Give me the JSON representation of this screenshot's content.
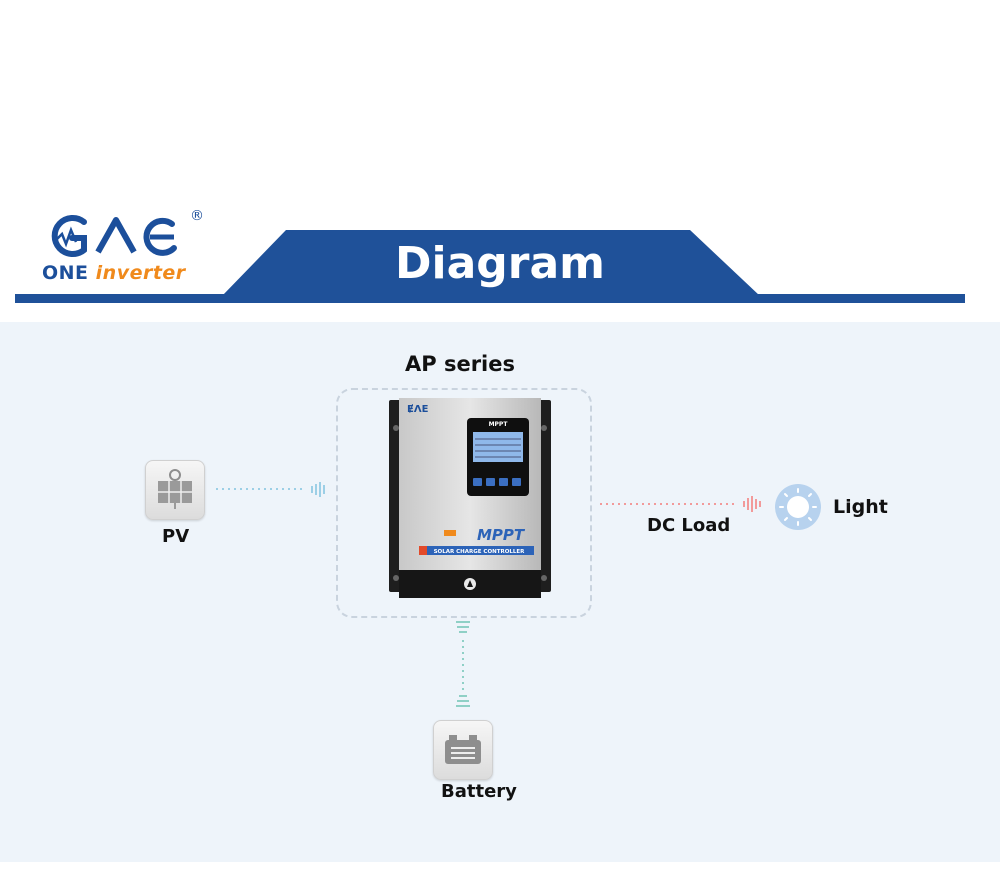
{
  "header": {
    "brand_name_part1": "ONE ",
    "brand_name_part2": "inverter",
    "brand_mark_text": "ɆɅE",
    "registered_mark": "®",
    "title": "Diagram"
  },
  "diagram": {
    "series_title": "AP series",
    "device_panel_title": "MPPT",
    "device_brand_text": "MPPT",
    "device_subtitle": "SOLAR CHARGE CONTROLLER",
    "nodes": {
      "pv": "PV",
      "battery": "Battery",
      "dc_load": "DC Load",
      "light": "Light"
    }
  },
  "colors": {
    "brand_blue": "#1c4f9b",
    "banner_blue": "#1f5199",
    "brand_orange": "#f08a1c",
    "panel_bg": "#eef4fa",
    "pv_line": "#9ccfe6",
    "battery_line": "#8fd0c6",
    "load_line": "#f29a9a",
    "light_icon_bg": "#b7d2ee"
  },
  "icons": [
    "solar-panel-icon",
    "battery-icon",
    "light-bulb-icon"
  ]
}
